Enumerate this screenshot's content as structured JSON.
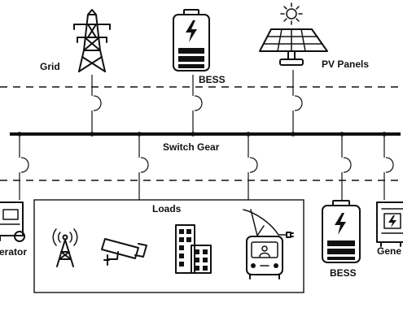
{
  "labels": {
    "grid": "Grid",
    "bess_top": "BESS",
    "pv_panels": "PV Panels",
    "switch_gear": "Switch Gear",
    "loads": "Loads",
    "generator_left": "erator",
    "bess_right": "BESS",
    "generator_right": "Gene"
  },
  "icons": {
    "top": [
      "transmission-tower-icon",
      "battery-icon",
      "solar-panel-icon"
    ],
    "loads": [
      "cell-tower-icon",
      "security-camera-icon",
      "building-icon",
      "electric-bus-icon"
    ],
    "bottom": [
      "generator-icon",
      "battery-icon",
      "generator-icon"
    ]
  }
}
